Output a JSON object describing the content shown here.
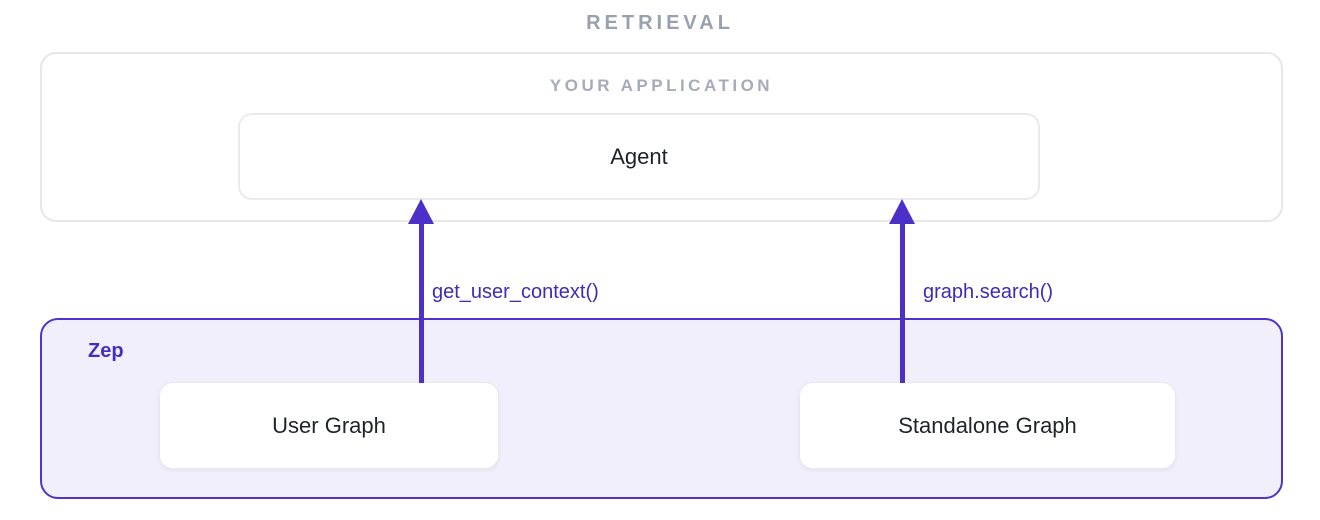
{
  "title": "RETRIEVAL",
  "application": {
    "label": "YOUR APPLICATION",
    "agent_label": "Agent"
  },
  "zep": {
    "label": "Zep",
    "boxes": [
      {
        "label": "User Graph"
      },
      {
        "label": "Standalone Graph"
      }
    ]
  },
  "arrows": [
    {
      "label": "get_user_context()",
      "from": "User Graph",
      "to": "Agent",
      "direction": "up"
    },
    {
      "label": "graph.search()",
      "from": "Standalone Graph",
      "to": "Agent",
      "direction": "up"
    }
  ],
  "colors": {
    "purple_accent": "#4c30c8",
    "purple_border": "#5233cb",
    "purple_label_text": "#3e2cb6",
    "zep_background": "#f1effb",
    "gray_border": "#e7e7ea",
    "gray_heading": "#99a1ae",
    "gray_subheading": "#a5acb9",
    "dark_text": "#1f232a",
    "background": "#ffffff"
  }
}
